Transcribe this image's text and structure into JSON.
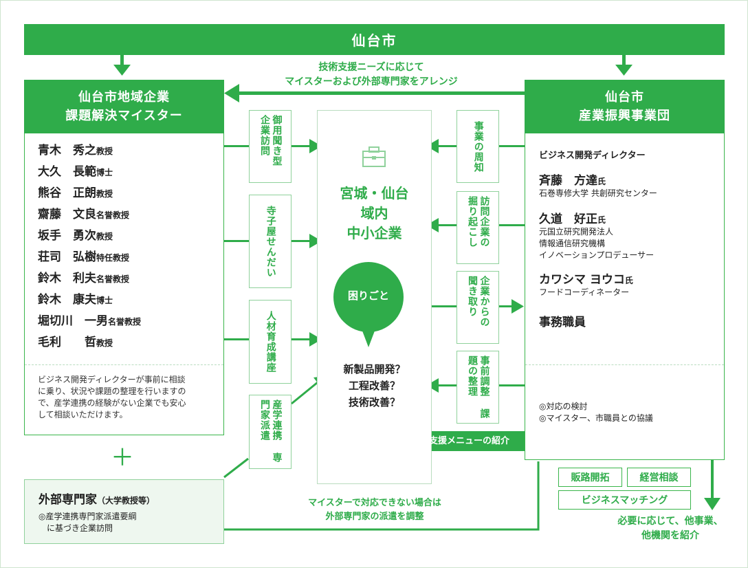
{
  "top_bar": "仙台市",
  "arrange_note": [
    "技術支援ニーズに応じて",
    "マイスターおよび外部専門家をアレンジ"
  ],
  "meister": {
    "title": [
      "仙台市地域企業",
      "課題解決マイスター"
    ],
    "members": [
      {
        "name": "青木　秀之",
        "title": "教授"
      },
      {
        "name": "大久　長範",
        "title": "博士"
      },
      {
        "name": "熊谷　正朗",
        "title": "教授"
      },
      {
        "name": "齋藤　文良",
        "title": "名誉教授"
      },
      {
        "name": "坂手　勇次",
        "title": "教授"
      },
      {
        "name": "荘司　弘樹",
        "title": "特任教授"
      },
      {
        "name": "鈴木　利夫",
        "title": "名誉教授"
      },
      {
        "name": "鈴木　康夫",
        "title": "博士"
      },
      {
        "name": "堀切川　一男",
        "title": "名誉教授"
      },
      {
        "name": "毛利　　哲",
        "title": "教授"
      }
    ],
    "note": [
      "ビジネス開発ディレクターが事前に相談",
      "に乗り、状況や課題の整理を行いますの",
      "で、産学連携の経験がない企業でも安心",
      "して相談いただけます。"
    ]
  },
  "plus": "＋",
  "external": {
    "title": "外部専門家",
    "title_sub": "（大学教授等）",
    "lines": [
      "◎産学連携専門家派遣要綱",
      "　に基づき企業訪問"
    ]
  },
  "left_actions": [
    "御用聞き型 企業訪問",
    "寺子屋せんだい",
    "人材育成講座",
    "産学連携 専門家派遣"
  ],
  "center": {
    "title": [
      "宮城・仙台",
      "域内",
      "中小企業"
    ],
    "bubble": "困りごと",
    "questions": [
      "新製品開発？",
      "工程改善？",
      "技術改善？"
    ]
  },
  "bottom_note": [
    "マイスターで対応できない場合は",
    "外部専門家の派遣を調整"
  ],
  "right_actions": [
    "事業の周知",
    "訪問企業の 掘り起こし",
    "企業からの 聞き取り",
    "事前調整 課題の整理"
  ],
  "agency": {
    "title": [
      "仙台市",
      "産業振興事業団"
    ],
    "director_label": "ビジネス開発ディレクター",
    "people": [
      {
        "name": "斉藤　方達",
        "suffix": "氏",
        "lines": [
          "石巻専修大学 共創研究センター"
        ]
      },
      {
        "name": "久道　好正",
        "suffix": "氏",
        "lines": [
          "元国立研究開発法人",
          "情報通信研究機構",
          "イノベーションプロデューサー"
        ]
      },
      {
        "name": "カワシマ ヨウコ",
        "suffix": "氏",
        "lines": [
          "フードコーディネーター"
        ]
      }
    ],
    "staff": "事務職員",
    "tasks": [
      "◎対応の検討",
      "◎マイスター、市職員との協議"
    ]
  },
  "menu_arrow": "事業団支援メニューの紹介",
  "tags": [
    "販路開拓",
    "経営相談",
    "ビジネスマッチング"
  ],
  "refer_note": [
    "必要に応じて、他事業、",
    "他機関を紹介"
  ],
  "colors": {
    "green": "#2fac4a",
    "light_green": "#8fd19b",
    "pale": "#eef7ef"
  }
}
